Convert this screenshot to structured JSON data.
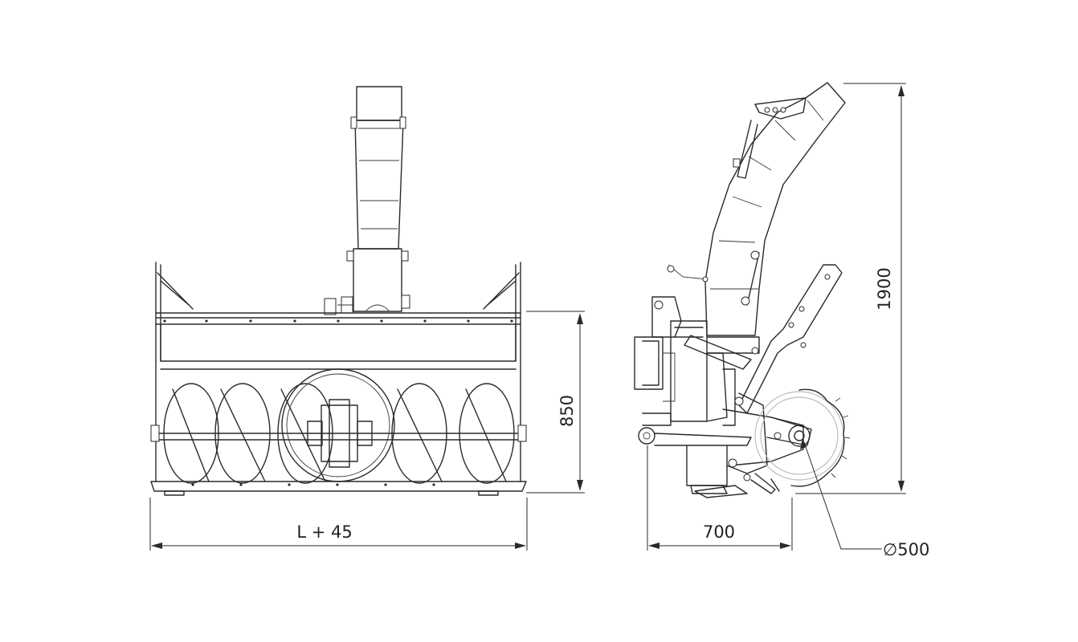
{
  "dimensions": {
    "front_width": "L + 45",
    "front_height": "850",
    "side_depth": "700",
    "side_height": "1900",
    "wheel_diameter": "∅500"
  }
}
